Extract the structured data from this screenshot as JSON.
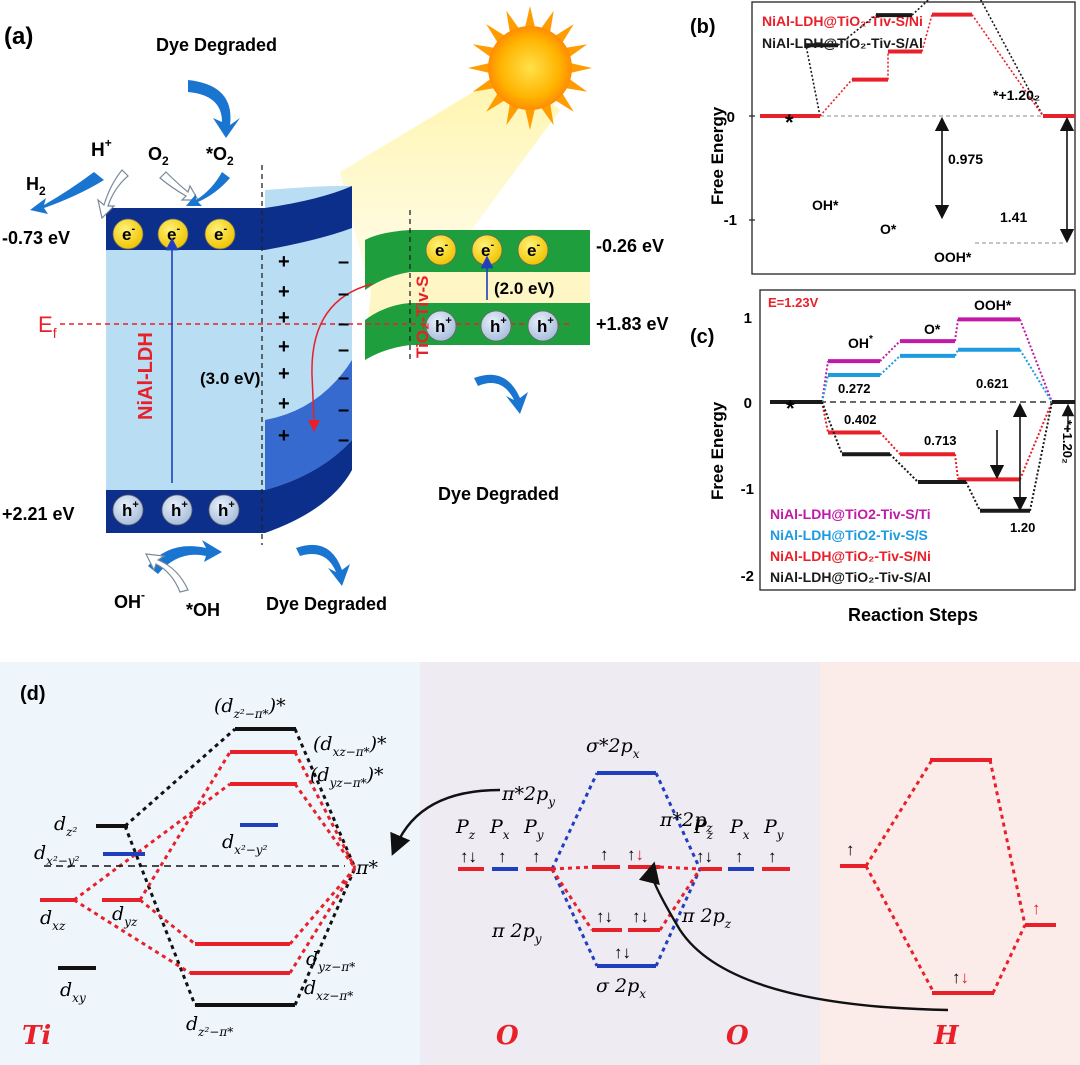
{
  "panel_a": {
    "label": "(a)",
    "dye_top": "Dye Degraded",
    "dye_bottom": "Dye Degraded",
    "dye_right": "Dye Degraded",
    "h_plus": "H",
    "h_plus_sup": "+",
    "o2": "O",
    "o2_sub": "2",
    "star_o2": "*O",
    "star_o2_sub": "2",
    "h2": "H",
    "h2_sub": "2",
    "cb_left": "-0.73 eV",
    "vb_left": "+2.21 eV",
    "cb_right": "-0.26 eV",
    "vb_right": "+1.83 eV",
    "ef": "E",
    "ef_sub": "f",
    "nial_label": "NiAl-LDH",
    "tio2_label": "TiO₂-Tiv-S",
    "gap_left": "(3.0 eV)",
    "gap_right": "(2.0 eV)",
    "electron": "e",
    "electron_sup": "-",
    "hole": "h",
    "hole_sup": "+",
    "oh_minus": "OH",
    "oh_minus_sup": "-",
    "star_oh": "*OH",
    "plus": "+",
    "minus": "–"
  },
  "panel_b": {
    "label": "(b)",
    "legend": [
      {
        "text": "NiAl-LDH@TiO₂-Tiv-S/Ni",
        "color": "#e8202a"
      },
      {
        "text": "NiAl-LDH@TiO₂-Tiv-S/Al",
        "color": "#1a1a1a"
      }
    ],
    "ylabel": "Free Energy",
    "yticks": [
      "0",
      "-1"
    ],
    "labels": {
      "star": "*",
      "oh": "OH*",
      "o": "O*",
      "ooh": "OOH*",
      "end": "*+1.20₂"
    },
    "annotations": [
      "0.975",
      "1.41"
    ]
  },
  "panel_c": {
    "label": "(c)",
    "condition": "E=1.23V",
    "ylabel": "Free Energy",
    "xlabel": "Reaction Steps",
    "yticks": [
      "1",
      "0",
      "-1",
      "-2"
    ],
    "labels": {
      "star": "*",
      "oh": "OH",
      "oh_sup": "*",
      "o": "O*",
      "ooh": "OOH*",
      "end": "*+1.20₂"
    },
    "annotations": [
      "0.272",
      "0.621",
      "0.402",
      "0.713",
      "1.20"
    ],
    "legend": [
      {
        "text": "NiAl-LDH@TiO2-Tiv-S/Ti",
        "color": "#c21aa6"
      },
      {
        "text": "NiAl-LDH@TiO2-Tiv-S/S",
        "color": "#1e9be0"
      },
      {
        "text": "NiAl-LDH@TiO₂-Tiv-S/Ni",
        "color": "#e8202a"
      },
      {
        "text": "NiAl-LDH@TiO₂-Tiv-S/Al",
        "color": "#1a1a1a"
      }
    ]
  },
  "chart_data": {
    "type": "line",
    "title": "",
    "xlabel": "Reaction Steps",
    "ylabel": "Free Energy",
    "ylim": [
      -2,
      1.3
    ],
    "categories": [
      "*",
      "OH*",
      "O*",
      "OOH*",
      "*+1.20₂"
    ],
    "series": [
      {
        "name": "NiAl-LDH@TiO2-Tiv-S/Ti",
        "color": "#c21aa6",
        "values": [
          0,
          0.47,
          0.7,
          0.95,
          0
        ]
      },
      {
        "name": "NiAl-LDH@TiO2-Tiv-S/S",
        "color": "#1e9be0",
        "values": [
          0,
          0.31,
          0.53,
          0.6,
          0
        ]
      },
      {
        "name": "NiAl-LDH@TiO₂-Tiv-S/Ni",
        "color": "#e8202a",
        "values": [
          0,
          -0.35,
          -0.6,
          -0.89,
          0
        ]
      },
      {
        "name": "NiAl-LDH@TiO₂-Tiv-S/Al",
        "color": "#1a1a1a",
        "values": [
          0,
          -0.6,
          -0.92,
          -1.25,
          0
        ]
      }
    ]
  },
  "panel_d": {
    "label": "(d)",
    "ti": "Ti",
    "o1": "O",
    "o2": "O",
    "h": "H",
    "dz2pi_star": "(d",
    "dz2pi_star_sub": "z²−π*",
    "dz2pi_star_close": ")*",
    "dxzpi_star": "(d",
    "dxzpi_star_sub": "xz−π*",
    "dxzpi_star_close": ")*",
    "dyzpi_star": "(d",
    "dyzpi_star_sub": "yz−π*",
    "dyzpi_star_close": ")*",
    "dx2y2": "d",
    "dx2y2_sub": "x²−y²",
    "dz2": "d",
    "dz2_sub": "z²",
    "dxz": "d",
    "dxz_sub": "xz",
    "dyz": "d",
    "dyz_sub": "yz",
    "dxy": "d",
    "dxy_sub": "xy",
    "dx2y2_center": "d",
    "dx2y2_center_sub": "x²−y²",
    "dyzpi": "d",
    "dyzpi_sub": "yz−π*",
    "dxzpi": "d",
    "dxzpi_sub": "xz−π*",
    "dz2pi": "d",
    "dz2pi_sub": "z²−π*",
    "pi_star": "π*",
    "sigma_star": "σ*2p",
    "sigma_star_sub": "x",
    "pi_star_py": "π*2p",
    "pi_star_py_sub": "y",
    "pi_star_pz": "π*2p",
    "pi_star_pz_sub": "z",
    "pi_py": "π 2p",
    "pi_py_sub": "y",
    "pi_pz": "π 2p",
    "pi_pz_sub": "z",
    "sigma": "σ 2p",
    "sigma_sub": "x",
    "p": "P",
    "pz_sub": "z",
    "px_sub": "x",
    "py_sub": "y",
    "up": "↑",
    "updown": "↑↓",
    "up_red": "↑",
    "down_red": "↓"
  },
  "colors": {
    "red": "#e8202a",
    "black": "#1a1a1a",
    "blue": "#1f3fbf",
    "navy": "#0d2f8c",
    "lightblue": "#b9ddf3",
    "green": "#1e9e3c",
    "lightyellow": "#fff6c6",
    "panel_ti": "#eef6fb",
    "panel_o": "#eeecf2",
    "panel_h": "#fbecea"
  }
}
